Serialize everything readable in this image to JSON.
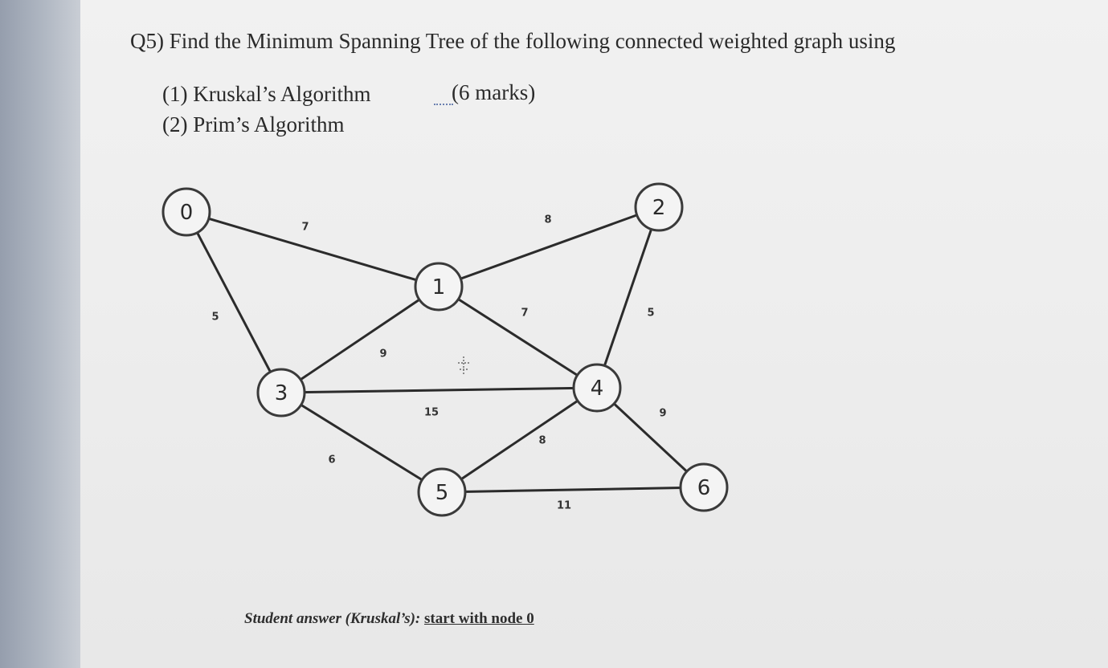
{
  "question": {
    "text": "Q5) Find the Minimum Spanning Tree of the following connected weighted graph using",
    "option_1": "(1) Kruskal’s Algorithm",
    "marks": "(6 marks)",
    "option_2": "(2) Prim’s Algorithm"
  },
  "graph": {
    "nodes": [
      {
        "id": "0",
        "label": "0"
      },
      {
        "id": "1",
        "label": "1"
      },
      {
        "id": "2",
        "label": "2"
      },
      {
        "id": "3",
        "label": "3"
      },
      {
        "id": "4",
        "label": "4"
      },
      {
        "id": "5",
        "label": "5"
      },
      {
        "id": "6",
        "label": "6"
      }
    ],
    "edges": [
      {
        "from": "0",
        "to": "1",
        "weight": "7"
      },
      {
        "from": "0",
        "to": "3",
        "weight": "5"
      },
      {
        "from": "1",
        "to": "2",
        "weight": "8"
      },
      {
        "from": "1",
        "to": "3",
        "weight": "9"
      },
      {
        "from": "1",
        "to": "4",
        "weight": "7"
      },
      {
        "from": "2",
        "to": "4",
        "weight": "5"
      },
      {
        "from": "3",
        "to": "4",
        "weight": "15"
      },
      {
        "from": "3",
        "to": "5",
        "weight": "6"
      },
      {
        "from": "4",
        "to": "5",
        "weight": "8"
      },
      {
        "from": "4",
        "to": "6",
        "weight": "9"
      },
      {
        "from": "5",
        "to": "6",
        "weight": "11"
      }
    ]
  },
  "student_answer": {
    "label": "Student answer (Kruskal’s):",
    "text": "start with node 0"
  }
}
